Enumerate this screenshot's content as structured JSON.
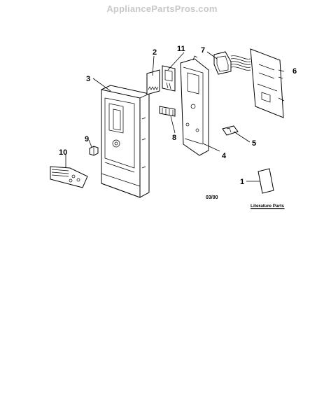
{
  "watermark": "AppliancePartsPros.com",
  "callouts": {
    "c1": "1",
    "c2": "2",
    "c3": "3",
    "c4": "4",
    "c5": "5",
    "c6": "6",
    "c7": "7",
    "c8": "8",
    "c9": "9",
    "c10": "10",
    "c11": "11"
  },
  "date_code": "03/00",
  "literature_label": "Literature Parts"
}
